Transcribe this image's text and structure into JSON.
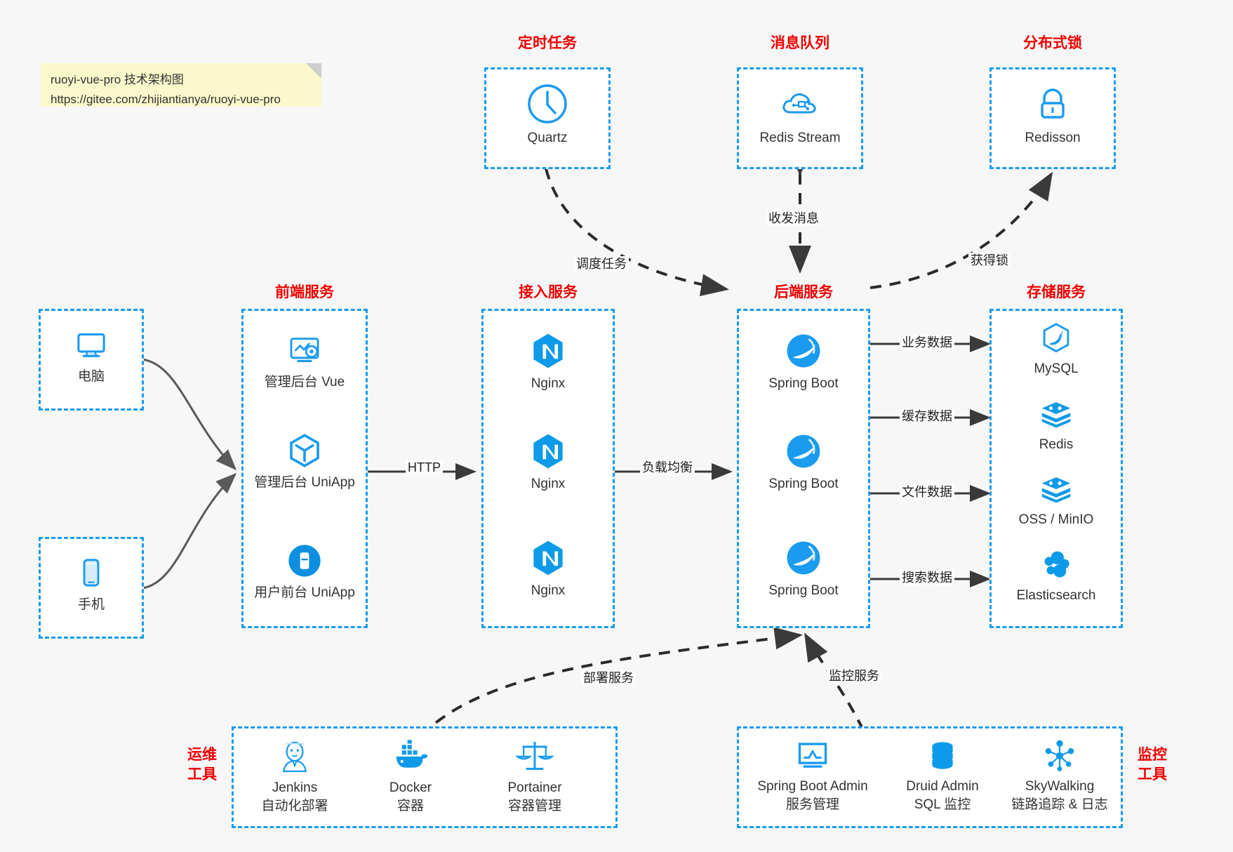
{
  "note": {
    "line1": "ruoyi-vue-pro 技术架构图",
    "line2": "https://gitee.com/zhijiantianya/ruoyi-vue-pro"
  },
  "colors": {
    "accent_blue": "#1a9bf0",
    "title_red": "#ee0000",
    "background": "#f7f7f7",
    "box_fill": "#ffffff",
    "arrow_dark": "#3a3a3a"
  },
  "groups": {
    "scheduler": {
      "title": "定时任务"
    },
    "mq": {
      "title": "消息队列"
    },
    "lock": {
      "title": "分布式锁"
    },
    "frontend": {
      "title": "前端服务"
    },
    "gateway": {
      "title": "接入服务"
    },
    "backend": {
      "title": "后端服务"
    },
    "storage": {
      "title": "存储服务"
    },
    "ops": {
      "title": "运维\n工具",
      "title_line1": "运维",
      "title_line2": "工具"
    },
    "monitor": {
      "title": "监控\n工具",
      "title_line1": "监控",
      "title_line2": "工具"
    }
  },
  "nodes": {
    "quartz": {
      "label": "Quartz",
      "icon": "clock-icon"
    },
    "redis_stream": {
      "label": "Redis Stream",
      "icon": "cloud-network-icon"
    },
    "redisson": {
      "label": "Redisson",
      "icon": "lock-icon"
    },
    "pc": {
      "label": "电脑",
      "icon": "desktop-monitor-icon"
    },
    "phone": {
      "label": "手机",
      "icon": "smartphone-icon"
    },
    "admin_vue": {
      "label": "管理后台 Vue",
      "icon": "dashboard-gear-icon"
    },
    "admin_uniapp": {
      "label": "管理后台 UniApp",
      "icon": "uniapp-hexagon-icon"
    },
    "user_uniapp": {
      "label": "用户前台 UniApp",
      "icon": "mobile-app-icon"
    },
    "nginx1": {
      "label": "Nginx",
      "icon": "nginx-icon"
    },
    "nginx2": {
      "label": "Nginx",
      "icon": "nginx-icon"
    },
    "nginx3": {
      "label": "Nginx",
      "icon": "nginx-icon"
    },
    "springboot1": {
      "label": "Spring Boot",
      "icon": "spring-boot-icon"
    },
    "springboot2": {
      "label": "Spring Boot",
      "icon": "spring-boot-icon"
    },
    "springboot3": {
      "label": "Spring Boot",
      "icon": "spring-boot-icon"
    },
    "mysql": {
      "label": "MySQL",
      "icon": "mysql-dolphin-icon"
    },
    "redis": {
      "label": "Redis",
      "icon": "redis-stack-icon"
    },
    "oss": {
      "label": "OSS / MinIO",
      "icon": "oss-stack-icon"
    },
    "elasticsearch": {
      "label": "Elasticsearch",
      "icon": "elasticsearch-icon"
    },
    "jenkins": {
      "label": "Jenkins",
      "sublabel": "自动化部署",
      "icon": "jenkins-butler-icon"
    },
    "docker": {
      "label": "Docker",
      "sublabel": "容器",
      "icon": "docker-whale-icon"
    },
    "portainer": {
      "label": "Portainer",
      "sublabel": "容器管理",
      "icon": "portainer-scales-icon"
    },
    "sba": {
      "label": "Spring Boot Admin",
      "sublabel": "服务管理",
      "icon": "monitor-chart-icon"
    },
    "druid": {
      "label": "Druid Admin",
      "sublabel": "SQL 监控",
      "icon": "database-icon"
    },
    "skywalking": {
      "label": "SkyWalking",
      "sublabel": "链路追踪 & 日志",
      "icon": "skywalking-icon"
    }
  },
  "edges": {
    "http": "HTTP",
    "load_balance": "负载均衡",
    "schedule_task": "调度任务",
    "send_receive_message": "收发消息",
    "acquire_lock": "获得锁",
    "business_data": "业务数据",
    "cache_data": "缓存数据",
    "file_data": "文件数据",
    "search_data": "搜索数据",
    "deploy_service": "部署服务",
    "monitor_service": "监控服务"
  }
}
